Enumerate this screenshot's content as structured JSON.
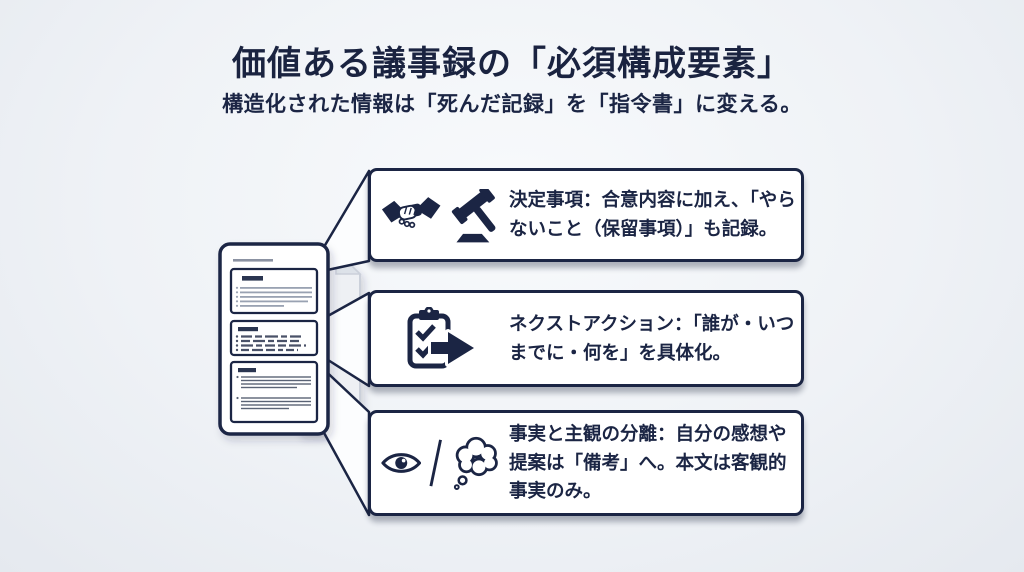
{
  "title": "価値ある議事録の「必須構成要素」",
  "subtitle": "構造化された情報は「死んだ記録」を「指令書」に変える。",
  "callouts": [
    {
      "id": "decisions",
      "icons": [
        "handshake-icon",
        "gavel-icon"
      ],
      "text": "決定事項：合意内容に加え、「やらないこと（保留事項）」も記録。"
    },
    {
      "id": "next-actions",
      "icons": [
        "clipboard-checklist-icon",
        "arrow-right-icon"
      ],
      "text": "ネクストアクション：「誰が・いつまでに・何を」を具体化。"
    },
    {
      "id": "fact-vs-opinion",
      "icons": [
        "eye-icon",
        "slash-divider",
        "thought-bubble-icon"
      ],
      "text": "事実と主観の分離：自分の感想や提案は「備考」へ。本文は客観的事実のみ。"
    }
  ],
  "colors": {
    "navy": "#1b2544",
    "background": "#eef1f5",
    "card": "#ffffff"
  }
}
